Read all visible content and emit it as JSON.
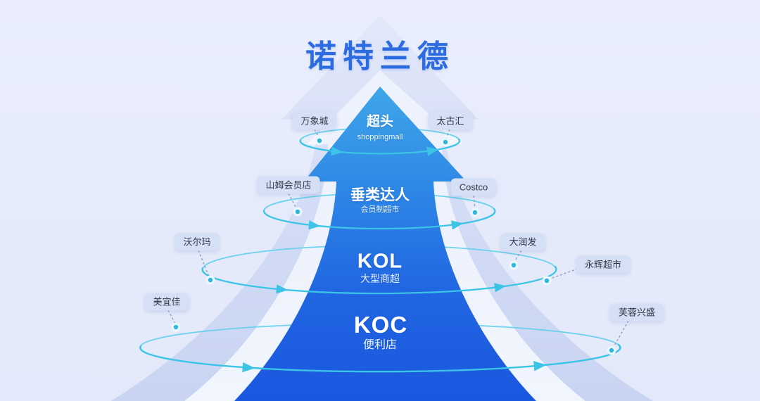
{
  "title": "诺特兰德",
  "tiers": [
    {
      "title": "超头",
      "subtitle": "shoppingmall"
    },
    {
      "title": "垂类达人",
      "subtitle": "会员制超市"
    },
    {
      "title": "KOL",
      "subtitle": "大型商超"
    },
    {
      "title": "KOC",
      "subtitle": "便利店"
    }
  ],
  "labels": {
    "wanxiangcheng": "万象城",
    "taiguhui": "太古汇",
    "sam_members_club": "山姆会员店",
    "costco": "Costco",
    "walmart": "沃尔玛",
    "rt_mart": "大润发",
    "yonghui": "永辉超市",
    "meiyijia": "美宜佳",
    "furong_xingsheng": "芙蓉兴盛"
  },
  "colors": {
    "background": "#E7ECFB",
    "title_blue": "#2C6BE0",
    "arrow_gradient_top": "#3FA6EA",
    "arrow_gradient_bottom": "#1A57E0",
    "ring_cyan": "#3CC4E7",
    "dot_teal": "#2FB6DA",
    "pill_background": "#D5E0F6",
    "pill_text": "#333A45"
  }
}
